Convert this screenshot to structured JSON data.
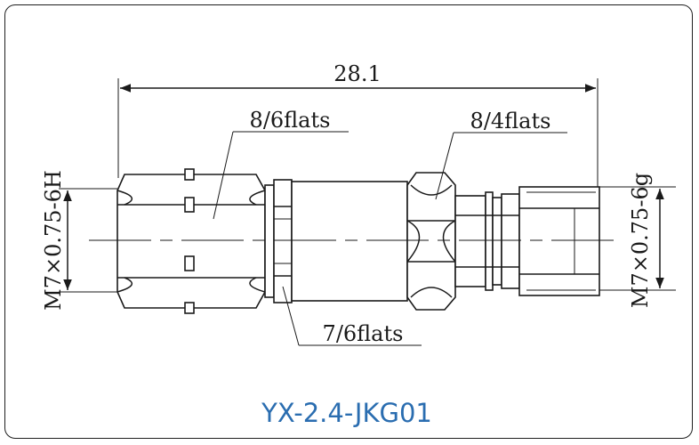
{
  "drawing": {
    "overall_length": "28.1",
    "left_hex_label": "8/6flats",
    "right_hex_label": "8/4flats",
    "nut_label": "7/6flats",
    "left_thread": "M7×0.75-6H",
    "right_thread": "M7×0.75-6g"
  },
  "model": "YX-2.4-JKG01",
  "colors": {
    "line": "#1a1a1a",
    "model_text": "#2a6db0"
  }
}
